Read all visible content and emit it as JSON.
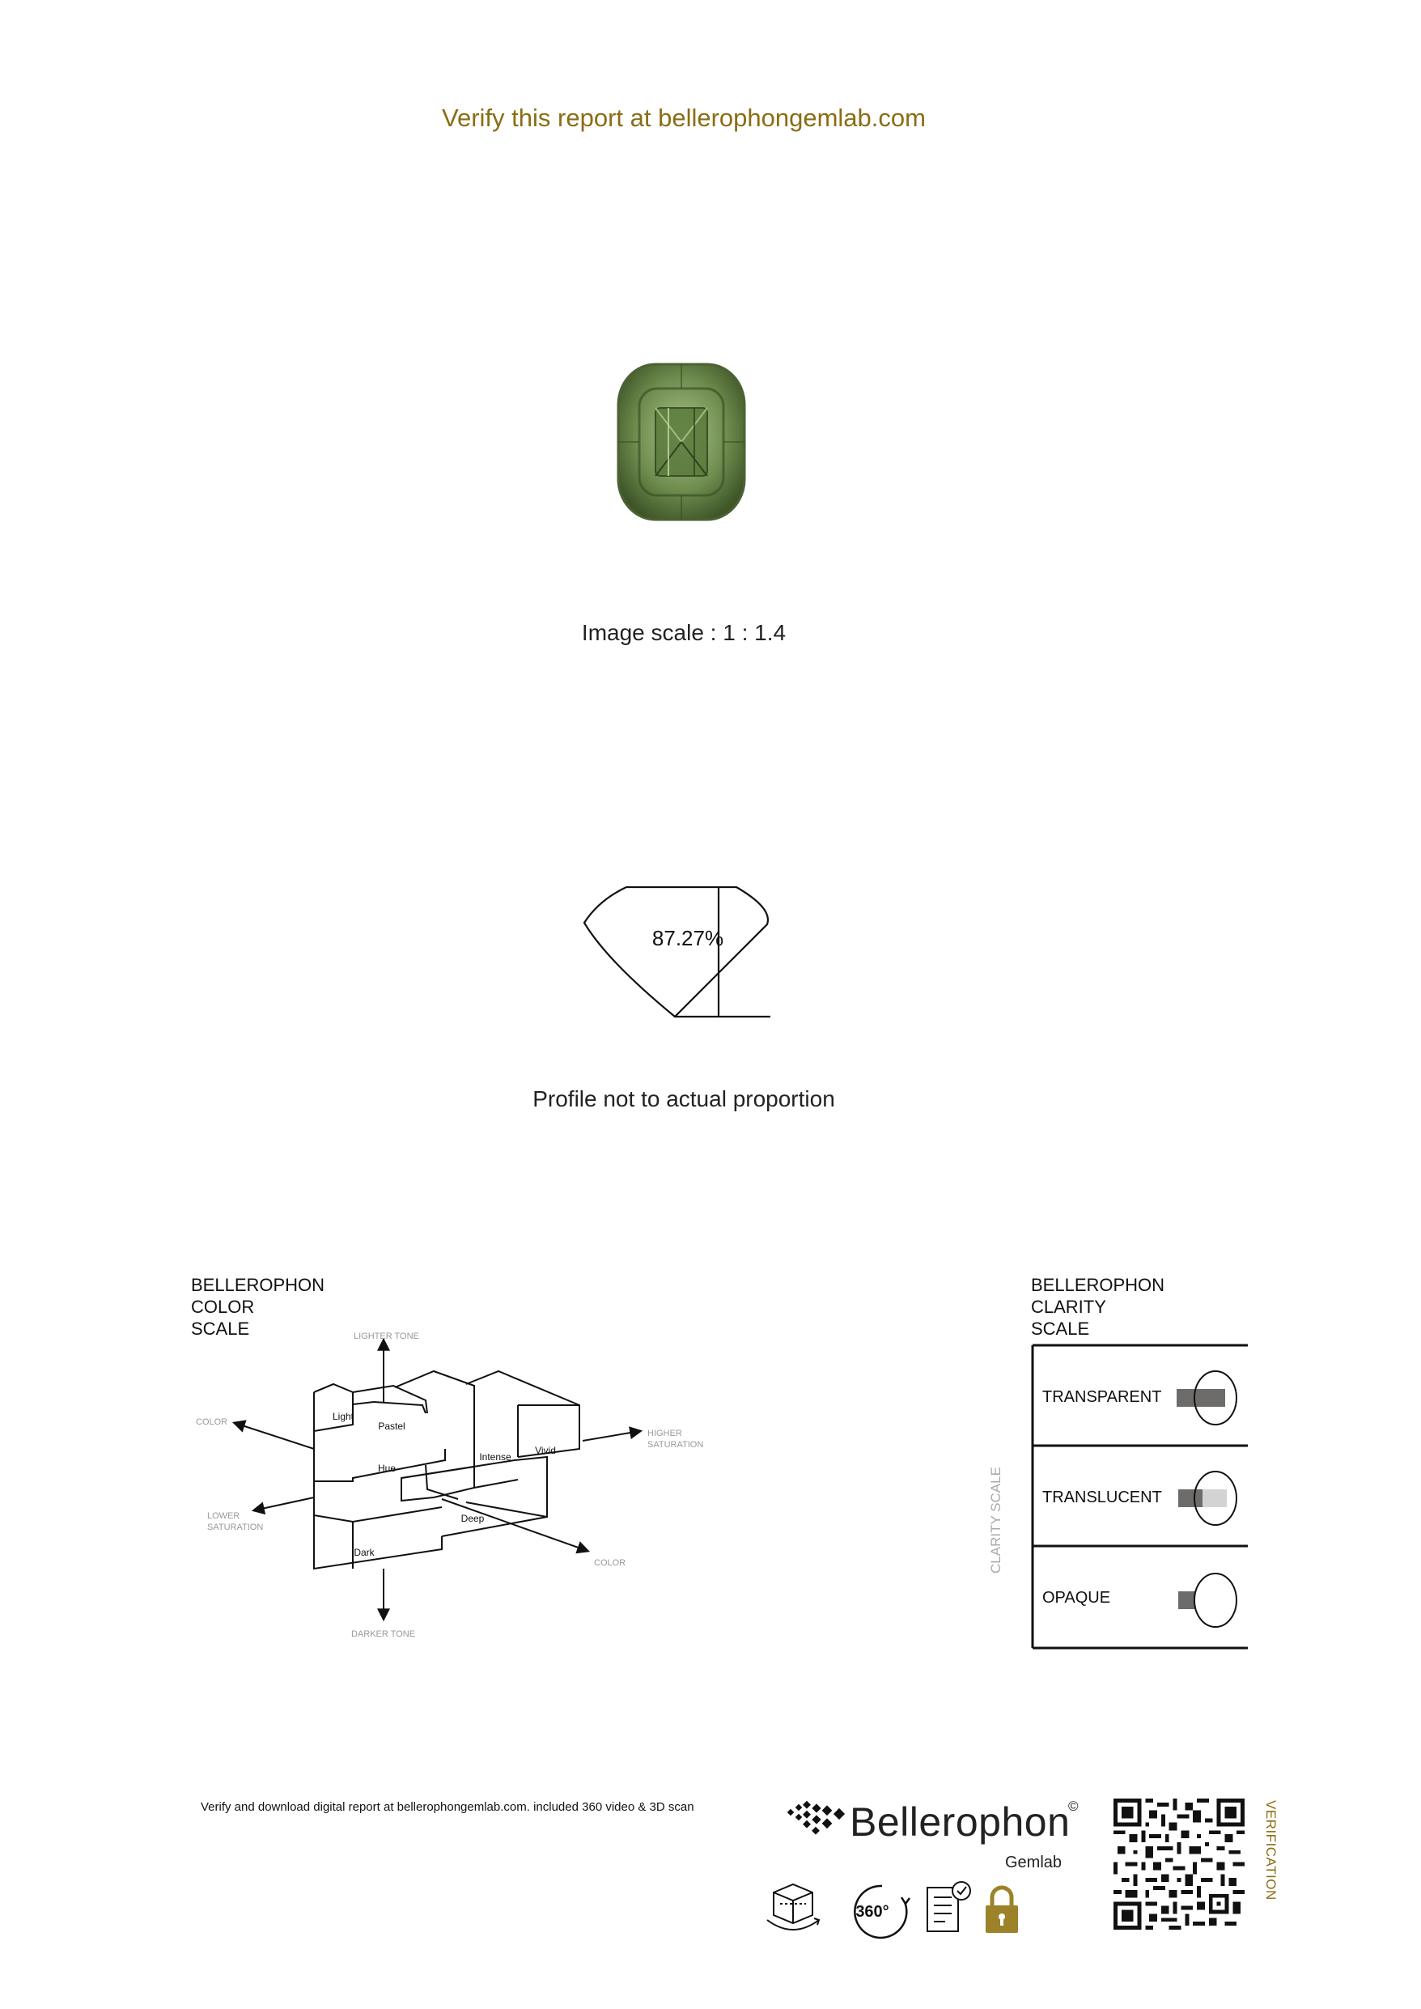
{
  "header": {
    "verify_text": "Verify this report at bellerophongemlab.com"
  },
  "gem_image": {
    "alt": "green cushion gemstone",
    "color": "#7c9a5a"
  },
  "image_scale": {
    "text": "Image scale : 1 : 1.4"
  },
  "profile": {
    "depth_percent": "87.27%",
    "caption": "Profile not to actual proportion"
  },
  "color_scale": {
    "title": "BELLEROPHON\nCOLOR\nSCALE",
    "labels": {
      "lighter_tone": "LIGHTER TONE",
      "darker_tone": "DARKER TONE",
      "color_left": "COLOR",
      "color_right": "COLOR",
      "lower_saturation_1": "LOWER",
      "lower_saturation_2": "SATURATION",
      "higher_saturation_1": "HIGHER",
      "higher_saturation_2": "SATURATION",
      "light": "Light",
      "pastel": "Pastel",
      "hue": "Hue",
      "intense": "Intense",
      "vivid": "Vivid",
      "deep": "Deep",
      "dark": "Dark"
    }
  },
  "clarity_scale": {
    "title": "BELLEROPHON\nCLARITY\nSCALE",
    "axis_label": "CLARITY SCALE",
    "rows": [
      {
        "label": "TRANSPARENT"
      },
      {
        "label": "TRANSLUCENT"
      },
      {
        "label": "OPAQUE"
      }
    ]
  },
  "footer": {
    "verify_text": "Verify and download digital report at bellerophongemlab.com. included 360 video & 3D scan",
    "brand_name": "Bellerophon",
    "brand_copyright": "©",
    "brand_sub": "Gemlab",
    "icons": [
      "3d-cube-icon",
      "360-icon",
      "certificate-icon",
      "lock-icon"
    ],
    "icon_360_text": "360°",
    "verification_label": "VERIFICATION",
    "accent_color": "#8a6d14"
  }
}
